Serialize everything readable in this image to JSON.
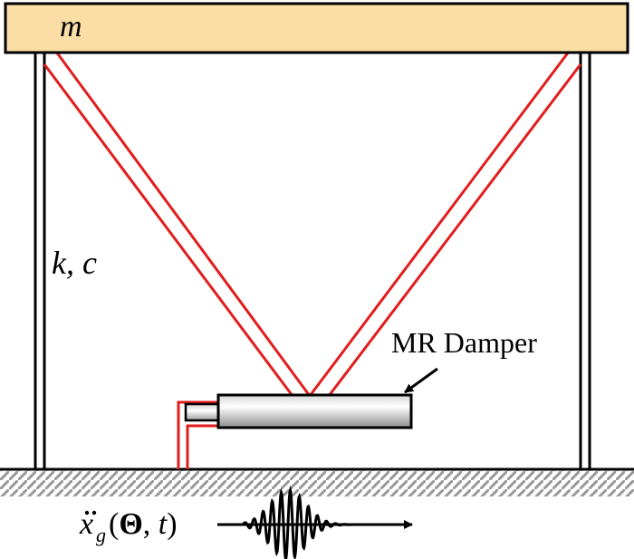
{
  "diagram": {
    "mass_label": "m",
    "stiffness_label": "k, c",
    "damper_label": "MR Damper",
    "ground_excitation": {
      "symbol": "x",
      "subscript": "g",
      "args_open": "(",
      "theta": "Θ",
      "separator": ", ",
      "time": "t",
      "args_close": ")"
    }
  },
  "colors": {
    "mass_fill": "#fbdea6",
    "brace": "#e11d1d",
    "frame": "#000000",
    "ground_hatch": "#9a9a9a"
  }
}
